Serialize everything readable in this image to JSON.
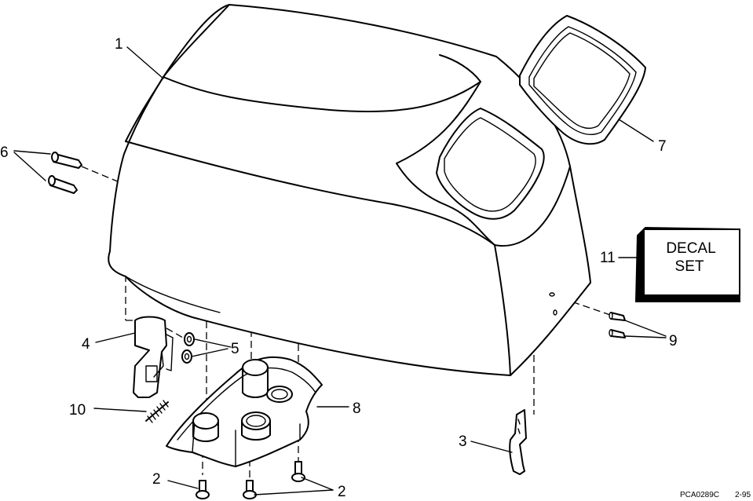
{
  "labels": {
    "l1": "1",
    "l2a": "2",
    "l2b": "2",
    "l3": "3",
    "l4": "4",
    "l5": "5",
    "l6": "6",
    "l7": "7",
    "l8": "8",
    "l9": "9",
    "l10": "10",
    "l11": "11"
  },
  "decal": {
    "line1": "DECAL",
    "line2": "SET"
  },
  "footer": {
    "code": "PCA0289C",
    "date": "2-95"
  }
}
